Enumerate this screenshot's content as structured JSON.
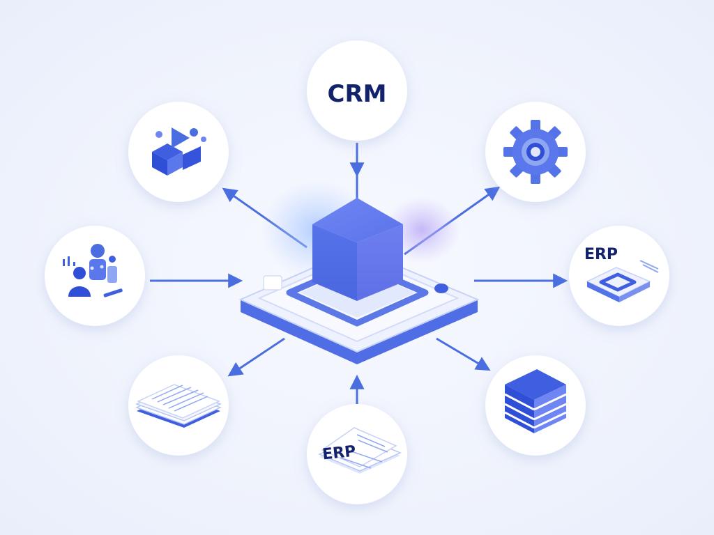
{
  "colors": {
    "background": "#eef2fc",
    "node_fill": "#ffffff",
    "primary_blue": "#3f5fe0",
    "light_blue": "#8fa6f3",
    "arrow": "#4a6ee0",
    "text_navy": "#13236b",
    "purple_glow": "#b9a8f5"
  },
  "hub": {
    "icon": "isometric-cube-platform-icon"
  },
  "nodes": [
    {
      "id": "crm",
      "label": "CRM",
      "icon": ""
    },
    {
      "id": "apps",
      "label": "",
      "icon": "app-blocks-icon"
    },
    {
      "id": "settings",
      "label": "",
      "icon": "gear-icon"
    },
    {
      "id": "team",
      "label": "",
      "icon": "users-analytics-icon"
    },
    {
      "id": "erp-right",
      "label": "ERP",
      "icon": "platform-tile-icon"
    },
    {
      "id": "docs",
      "label": "",
      "icon": "document-stack-icon"
    },
    {
      "id": "erp-bottom",
      "label": "ERP",
      "icon": "erp-document-icon"
    },
    {
      "id": "database",
      "label": "",
      "icon": "server-stack-icon"
    }
  ]
}
